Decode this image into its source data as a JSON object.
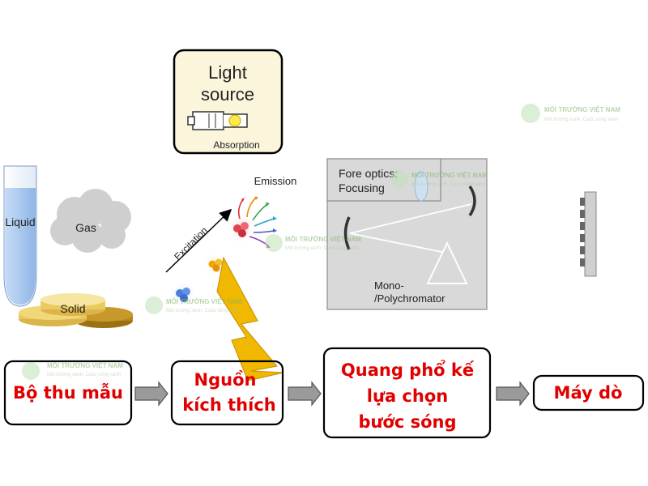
{
  "light_source": {
    "title_line1": "Light",
    "title_line2": "source",
    "caption": "Absorption"
  },
  "samples": {
    "liquid": "Liquid",
    "gas": "Gas",
    "solid": "Solid"
  },
  "excitation": {
    "excitation_label": "Excitation",
    "emission_label": "Emission"
  },
  "spectrometer": {
    "fore_optics_line1": "Fore optics:",
    "fore_optics_line2": "Focusing",
    "mono_line1": "Mono-",
    "mono_line2": "/Polychromator"
  },
  "flow": {
    "box1": "Bộ thu mẫu",
    "box2_line1": "Nguồn",
    "box2_line2": "kích thích",
    "box3_line1": "Quang phổ kế",
    "box3_line2": "lựa chọn",
    "box3_line3": "bước sóng",
    "box4": "Máy dò"
  },
  "watermark": {
    "name": "MÔI TRƯỜNG VIỆT NAM",
    "slogan": "Môi trường xanh, Cuộc sống xanh"
  },
  "colors": {
    "flow_text": "#e00000",
    "lightning": "#f0b800",
    "spectrometer_bg": "#d9d9d9",
    "light_box_bg": "#fbf5dc"
  }
}
